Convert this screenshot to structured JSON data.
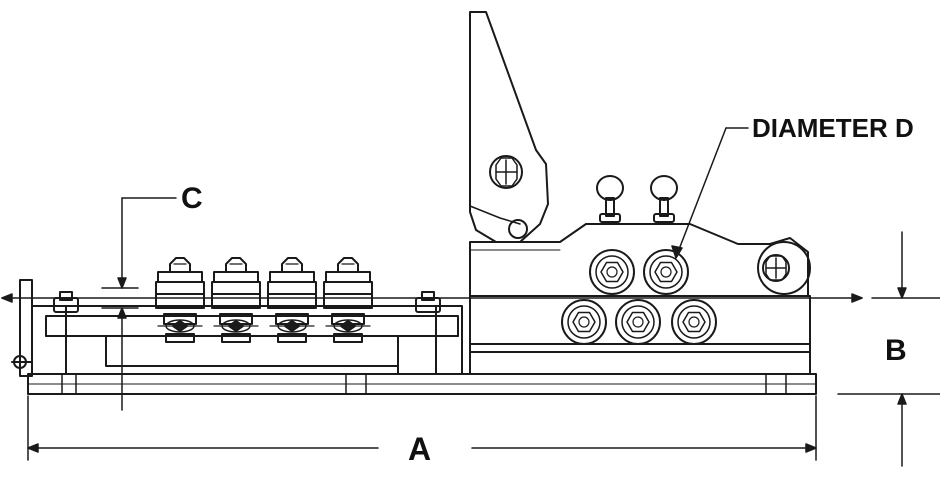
{
  "labels": {
    "c": "C",
    "diameter": "DIAMETER D",
    "b": "B",
    "a": "A"
  },
  "colors": {
    "stroke": "#1a1a1a",
    "background": "#ffffff"
  }
}
